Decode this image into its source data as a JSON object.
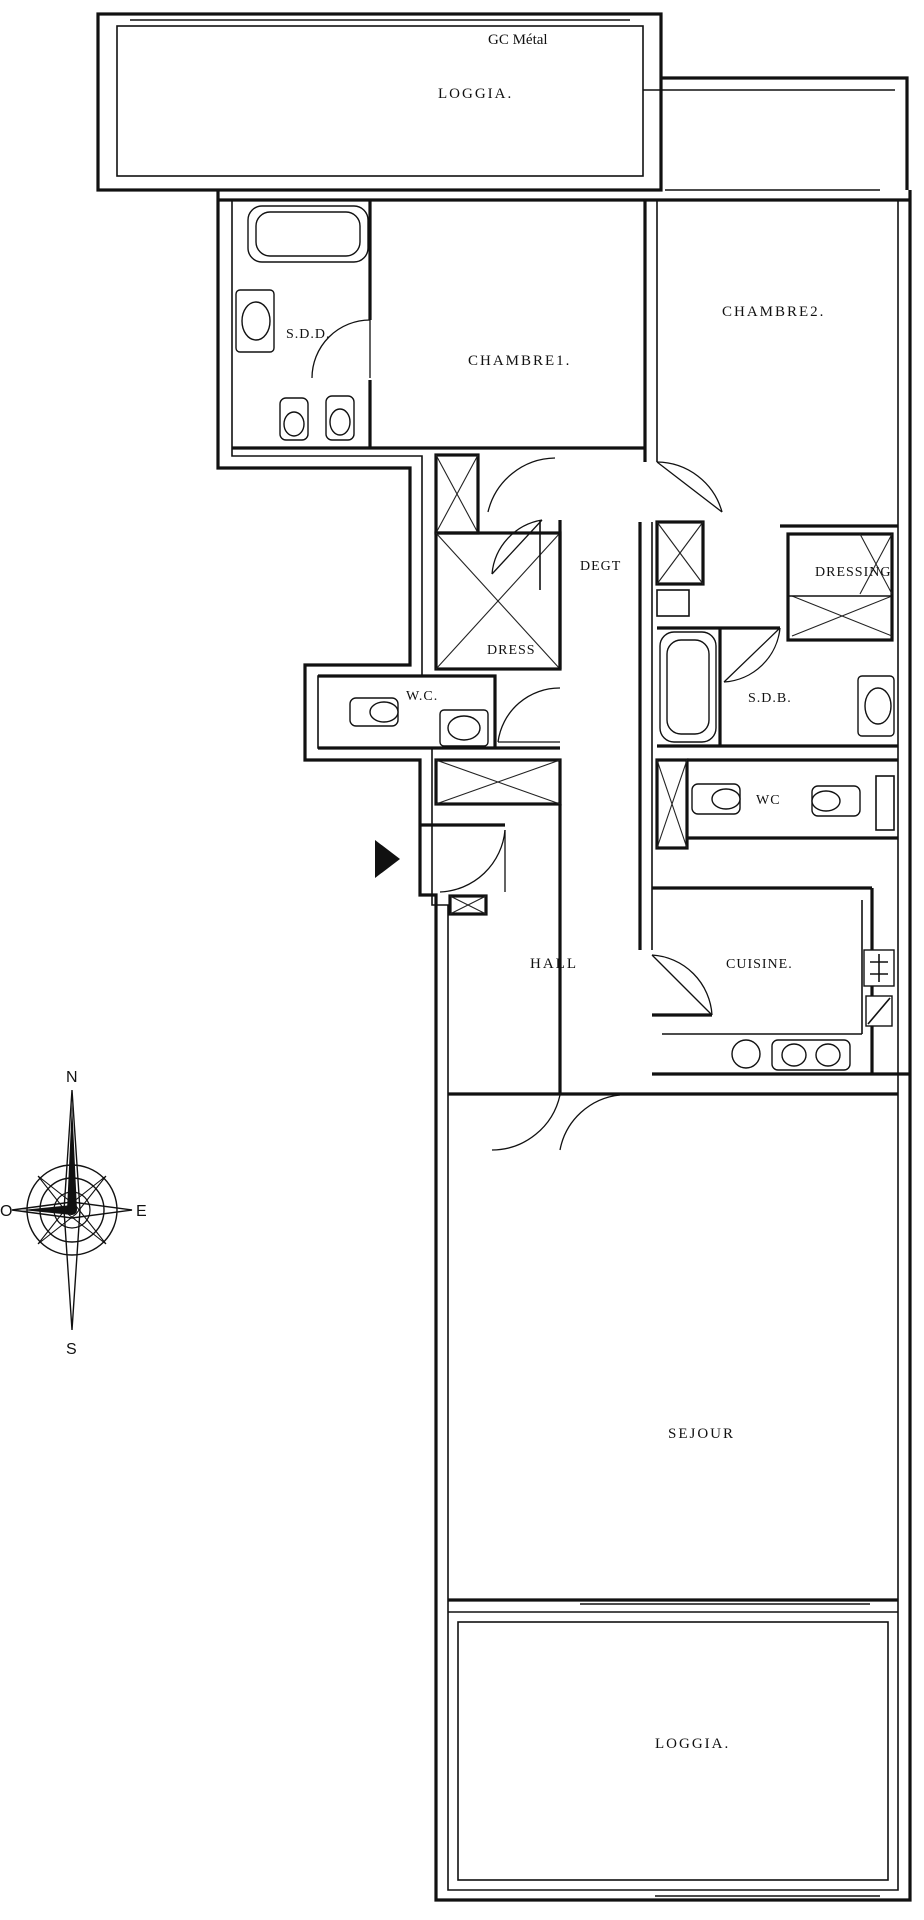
{
  "rooms": {
    "note_top": "GC Métal",
    "loggia_top": "LOGGIA.",
    "sdd": "S.D.D.",
    "chambre1": "CHAMBRE1.",
    "chambre2": "CHAMBRE2.",
    "degt": "DEGT",
    "dressing": "DRESSING",
    "dress": "DRESS",
    "wc_left": "W.C.",
    "sdb": "S.D.B.",
    "wc_right": "WC",
    "hall": "HALL",
    "cuisine": "CUISINE.",
    "sejour": "SEJOUR",
    "loggia_bottom": "LOGGIA."
  },
  "compass": {
    "n": "N",
    "s": "S",
    "e": "E",
    "o": "O"
  }
}
